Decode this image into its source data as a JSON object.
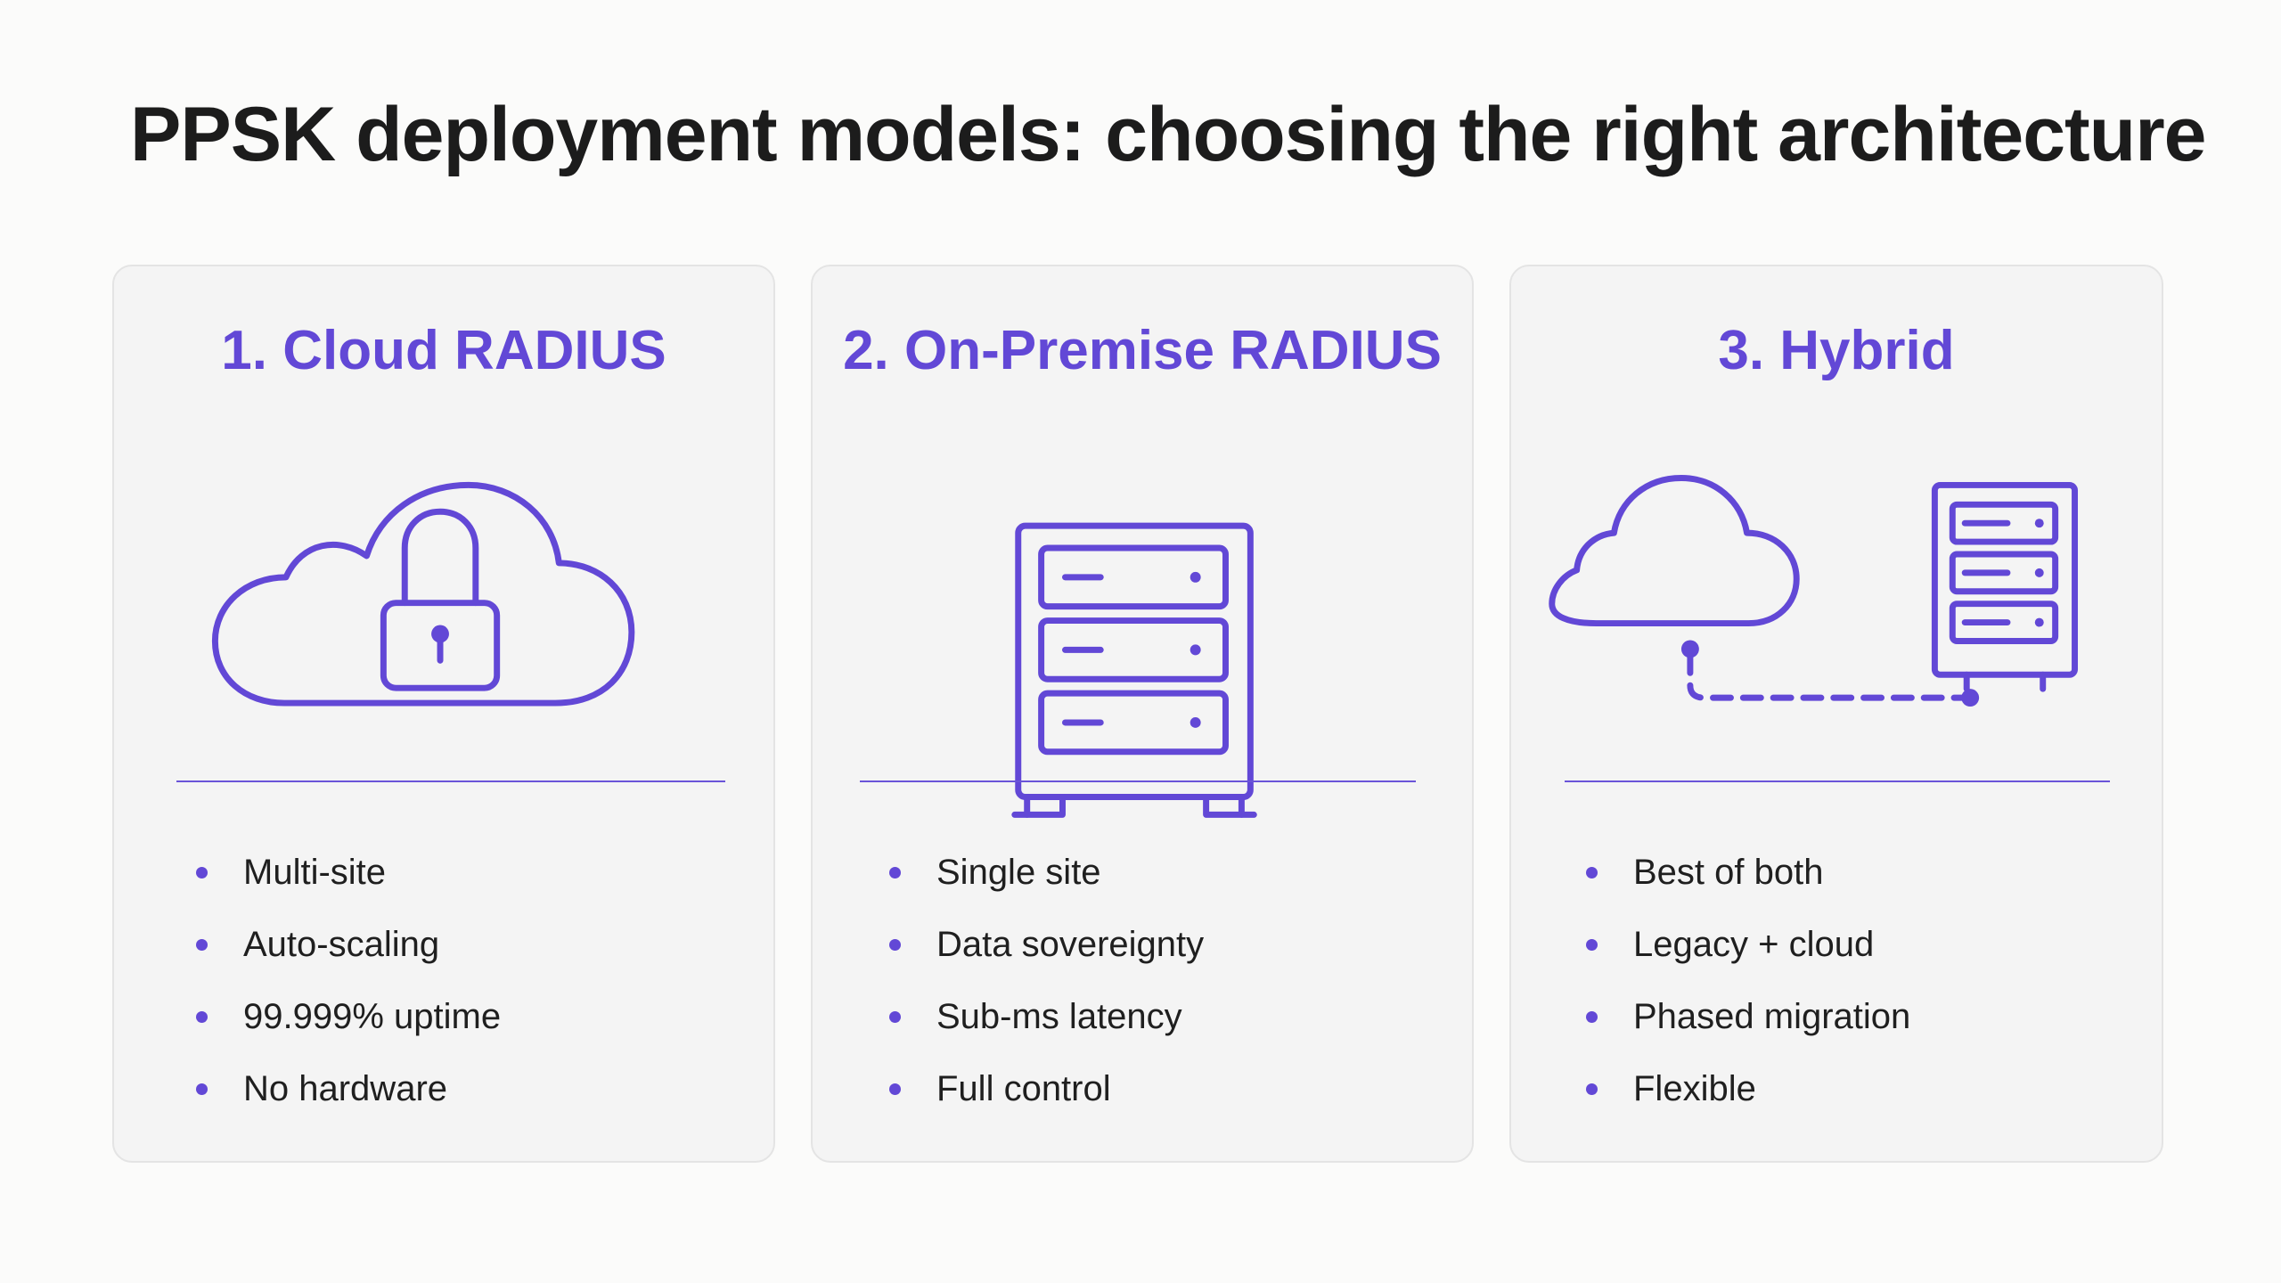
{
  "title": "PPSK deployment models: choosing the right architecture",
  "colors": {
    "accent": "#6248d6",
    "card_background": "#f4f4f4",
    "page_background": "#fbfbfa",
    "text": "#1c1c1c"
  },
  "cards": [
    {
      "title": "1. Cloud RADIUS",
      "icon": "cloud-lock-icon",
      "features": [
        "Multi-site",
        "Auto-scaling",
        "99.999% uptime",
        "No hardware"
      ]
    },
    {
      "title": "2. On-Premise RADIUS",
      "icon": "server-rack-icon",
      "features": [
        "Single site",
        "Data sovereignty",
        "Sub-ms latency",
        "Full control"
      ]
    },
    {
      "title": "3. Hybrid",
      "icon": "cloud-server-connection-icon",
      "features": [
        "Best of both",
        "Legacy + cloud",
        "Phased migration",
        "Flexible"
      ]
    }
  ]
}
